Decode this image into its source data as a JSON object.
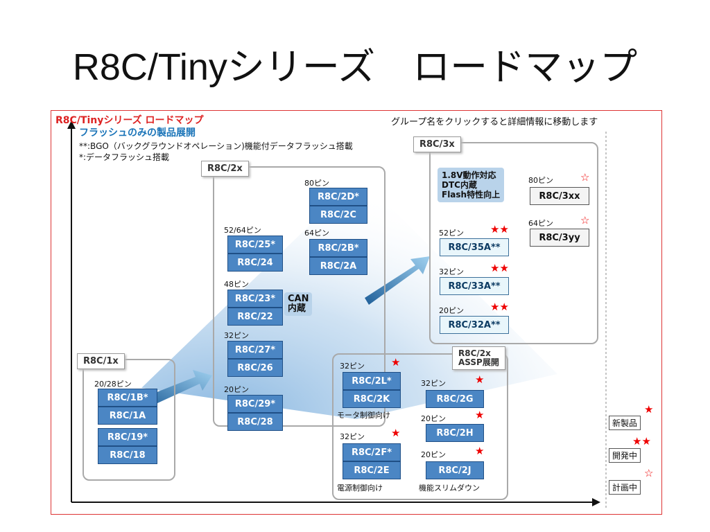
{
  "slide": {
    "title": "R8C/Tinyシリーズ　ロードマップ"
  },
  "diagram": {
    "title": "R8C/Tinyシリーズ ロードマップ",
    "hint": "グループ名をクリックすると詳細情報に移動します",
    "subtitle": "フラッシュのみの製品展開",
    "note1": "**:BGO（バックグラウンドオペレーション)機能付データフラッシュ搭載",
    "note2": "*:データフラッシュ搭載"
  },
  "groups": {
    "r8c1x": {
      "label": "R8C/1x",
      "pins": "20/28ピン",
      "chips": [
        "R8C/1B*",
        "R8C/1A",
        "R8C/19*",
        "R8C/18"
      ]
    },
    "r8c2x": {
      "label": "R8C/2x",
      "pins_80": "80ピン",
      "pins_64": "64ピン",
      "pins_52_64": "52/64ピン",
      "pins_48": "48ピン",
      "pins_32": "32ピン",
      "pins_20": "20ピン",
      "can_label": "CAN\n内蔵",
      "chips": [
        "R8C/2D*",
        "R8C/2C",
        "R8C/2B*",
        "R8C/2A",
        "R8C/25*",
        "R8C/24",
        "R8C/23*",
        "R8C/22",
        "R8C/27*",
        "R8C/26",
        "R8C/29*",
        "R8C/28"
      ]
    },
    "r8c3x": {
      "label": "R8C/3x",
      "feature": "1.8V動作対応\nDTC内蔵\nFlash特性向上",
      "pins_80": "80ピン",
      "pins_64": "64ピン",
      "pins_52": "52ピン",
      "pins_32": "32ピン",
      "pins_20": "20ピン",
      "chips": [
        "R8C/3xx",
        "R8C/3yy",
        "R8C/35A**",
        "R8C/33A**",
        "R8C/32A**"
      ]
    },
    "assp": {
      "label": "R8C/2x\nASSP展開",
      "pins_32a": "32ピン",
      "pins_32b": "32ピン",
      "pins_32c": "32ピン",
      "pins_20a": "20ピン",
      "pins_20b": "20ピン",
      "caption_motor": "モータ制御向け",
      "caption_power": "電源制御向け",
      "caption_slim": "機能スリムダウン",
      "chips": [
        "R8C/2L*",
        "R8C/2K",
        "R8C/2G",
        "R8C/2F*",
        "R8C/2E",
        "R8C/2H",
        "R8C/2J"
      ]
    }
  },
  "legend": {
    "new": "新製品",
    "dev": "開発中",
    "plan": "計画中",
    "star_filled": "★",
    "star_outline": "☆"
  },
  "colors": {
    "chip": "#4b86c4",
    "chip_new": "#e9f6fb",
    "accent_red": "#dd2222",
    "title_blue": "#1a74b8"
  }
}
